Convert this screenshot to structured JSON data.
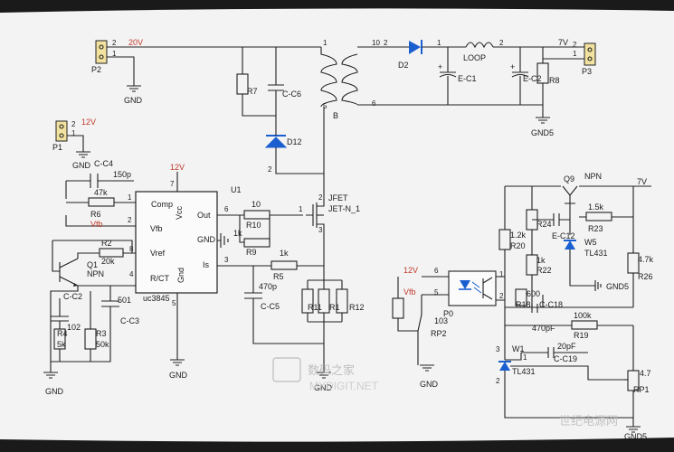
{
  "connectors": {
    "p2": {
      "ref": "P2",
      "pin_top": "2",
      "pin_bot": "1",
      "net": "20V"
    },
    "p1": {
      "ref": "P1",
      "pin_top": "2",
      "pin_bot": "1",
      "net": "12V"
    },
    "p3": {
      "ref": "P3",
      "pin_top": "2",
      "pin_bot": "1",
      "net": "7V"
    }
  },
  "nets": {
    "gnd": "GND",
    "gnd5": "GND5",
    "v12": "12V",
    "v7": "7V",
    "vfb": "Vfb",
    "loop": "LOOP"
  },
  "transformer": {
    "ref": "B",
    "pin1": "1",
    "pin5": "5",
    "pin10": "10",
    "pin2": "2",
    "pin6": "6"
  },
  "ic": {
    "ref": "U1",
    "part": "uc3845",
    "pins": {
      "comp": "Comp",
      "vfb": "Vfb",
      "vref": "Vref",
      "rct": "R/CT",
      "vcc": "Vcc",
      "out": "Out",
      "gnd": "GND",
      "is": "Is",
      "gnd2": "Gnd"
    },
    "nums": {
      "n1": "1",
      "n2": "2",
      "n8": "8",
      "n4": "4",
      "n7": "7",
      "n6": "6",
      "n3": "3",
      "n5": "5"
    }
  },
  "mosfet": {
    "name": "JFET",
    "part": "JET-N_1",
    "d": "2",
    "g": "1",
    "s": "3"
  },
  "parts": {
    "d2": "D2",
    "d12": "D12",
    "r7": "R7",
    "c6": "C-C6",
    "ec1": "E-C1",
    "ec2": "E-C2",
    "r8": "R8",
    "c4": "C-C4",
    "c4v": "150p",
    "r6": "R6",
    "r6v": "47k",
    "r10": "R10",
    "r10v": "10",
    "r9": "R9",
    "r9v": "1k",
    "r5": "R5",
    "r5v": "1k",
    "r2": "R2",
    "r2v": "20k",
    "q1": "Q1",
    "q1t": "NPN",
    "c2": "C-C2",
    "c2v": "102",
    "c3": "C-C3",
    "c3v": "501",
    "r4": "R4",
    "r4v": "5k",
    "r3": "R3",
    "r3v": "50k",
    "c5": "C-C5",
    "c5v": "470p",
    "r11": "R11",
    "r1": "R1",
    "r12": "R12",
    "q9": "Q9",
    "q9t": "NPN",
    "r24": "R24",
    "r20": "R20",
    "r20v": "1.2k",
    "c12": "E-C12",
    "w5": "W5",
    "w5t": "TL431",
    "r23": "R23",
    "r23v": "1.5k",
    "r26": "R26",
    "r26v": "4.7k",
    "r22": "R22",
    "r22v": "1k",
    "p0": "P0",
    "rp2": "RP2",
    "rp2v": "103",
    "r18": "R18",
    "r18v": "600",
    "c18": "C-C18",
    "c18v": "470pF",
    "r19": "R19",
    "r19v": "100k",
    "c19": "C-C19",
    "c19v": "20pF",
    "w1": "W1",
    "w1t": "TL431",
    "rp1": "RP1",
    "rp1v": "4.7",
    "plus": "+"
  },
  "numbers": {
    "n1": "1",
    "n2": "2",
    "n3": "3",
    "n4": "4",
    "n5": "5",
    "n6": "6"
  },
  "watermark": {
    "main": "数码之家",
    "url": "MYDIGIT.NET",
    "corner": "世纪电源网"
  }
}
